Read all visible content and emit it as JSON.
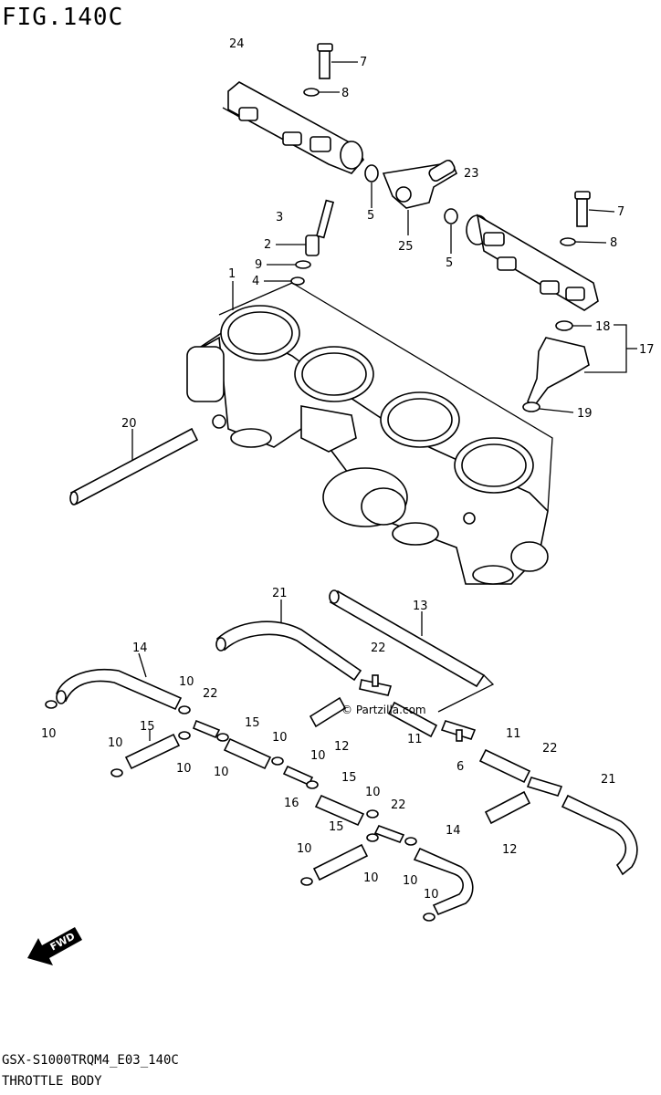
{
  "figure": {
    "title": "FIG.140C",
    "model_code": "GSX-S1000TRQM4_E03_140C",
    "section_name": "THROTTLE BODY",
    "watermark": "© Partzilla.com",
    "fwd_label": "FWD"
  },
  "callouts": {
    "c24": "24",
    "c7a": "7",
    "c8a": "8",
    "c5a": "5",
    "c25": "25",
    "c23": "23",
    "c5b": "5",
    "c7b": "7",
    "c8b": "8",
    "c3": "3",
    "c2": "2",
    "c9": "9",
    "c4": "4",
    "c1": "1",
    "c18": "18",
    "c17": "17",
    "c19": "19",
    "c20": "20",
    "c21a": "21",
    "c13": "13",
    "c14a": "14",
    "c10a": "10",
    "c22a": "22",
    "c22b": "22",
    "c10b": "10",
    "c15a": "15",
    "c10c": "10",
    "c10d": "10",
    "c15b": "15",
    "c10e": "10",
    "c10f": "10",
    "c12a": "12",
    "c11a": "11",
    "c6": "6",
    "c11b": "11",
    "c22c": "22",
    "c21b": "21",
    "c10g": "10",
    "c16": "16",
    "c15c": "15",
    "c10h": "10",
    "c22d": "22",
    "c12b": "12",
    "c15d": "15",
    "c10i": "10",
    "c14b": "14",
    "c10j": "10",
    "c10k": "10",
    "c10l": "10"
  }
}
